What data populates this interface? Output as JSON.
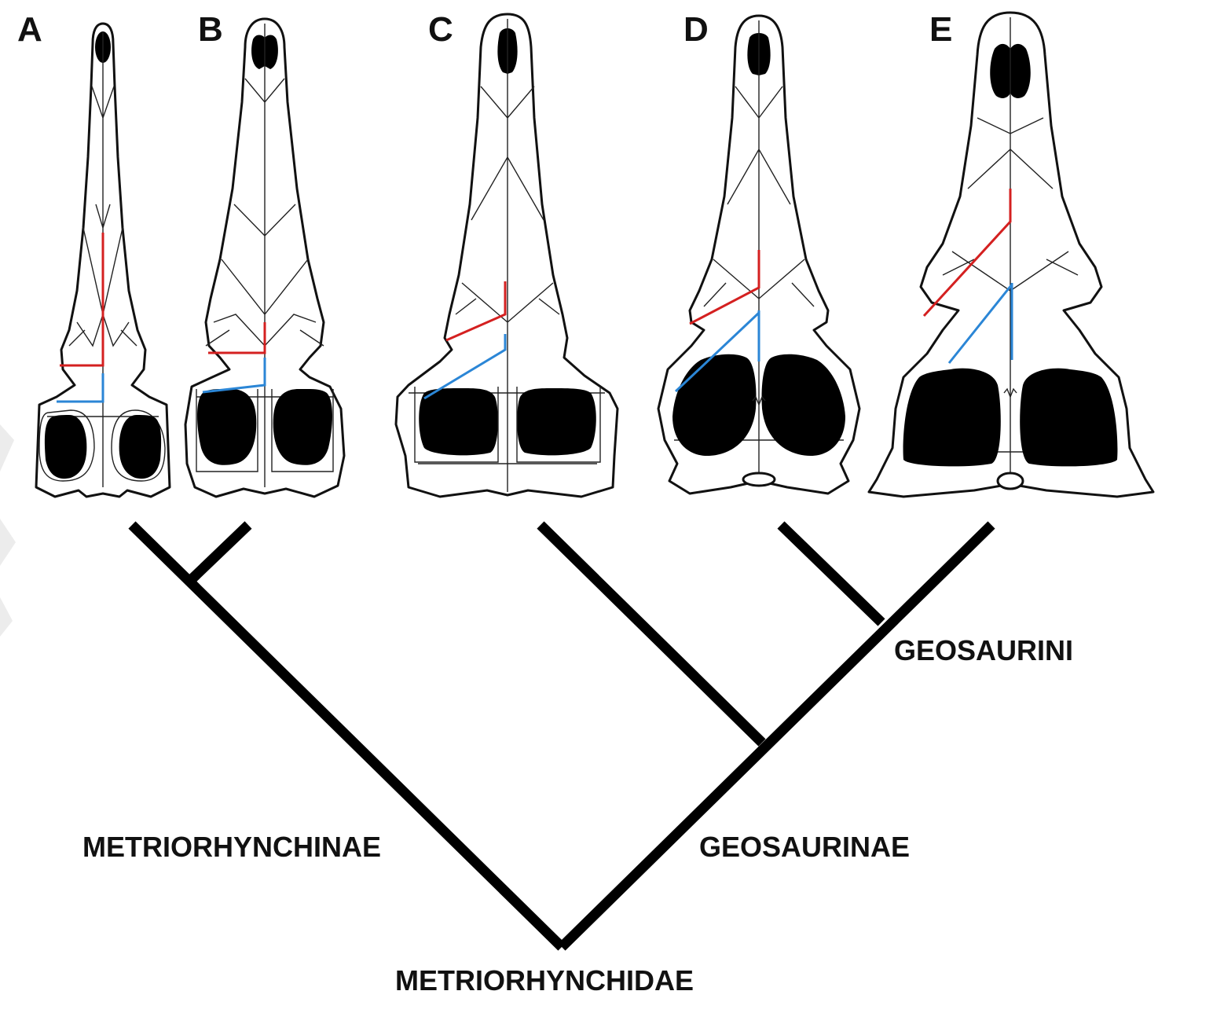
{
  "figure": {
    "panels": [
      {
        "id": "A",
        "letter": "A"
      },
      {
        "id": "B",
        "letter": "B"
      },
      {
        "id": "C",
        "letter": "C"
      },
      {
        "id": "D",
        "letter": "D"
      },
      {
        "id": "E",
        "letter": "E"
      }
    ],
    "clades": {
      "root": "METRIORHYNCHIDAE",
      "left": "METRIORHYNCHINAE",
      "right": "GEOSAURINAE",
      "inner": "GEOSAURINI"
    },
    "colors": {
      "red_marker": "#d42020",
      "blue_marker": "#2b86d6",
      "tree": "#000000"
    }
  }
}
